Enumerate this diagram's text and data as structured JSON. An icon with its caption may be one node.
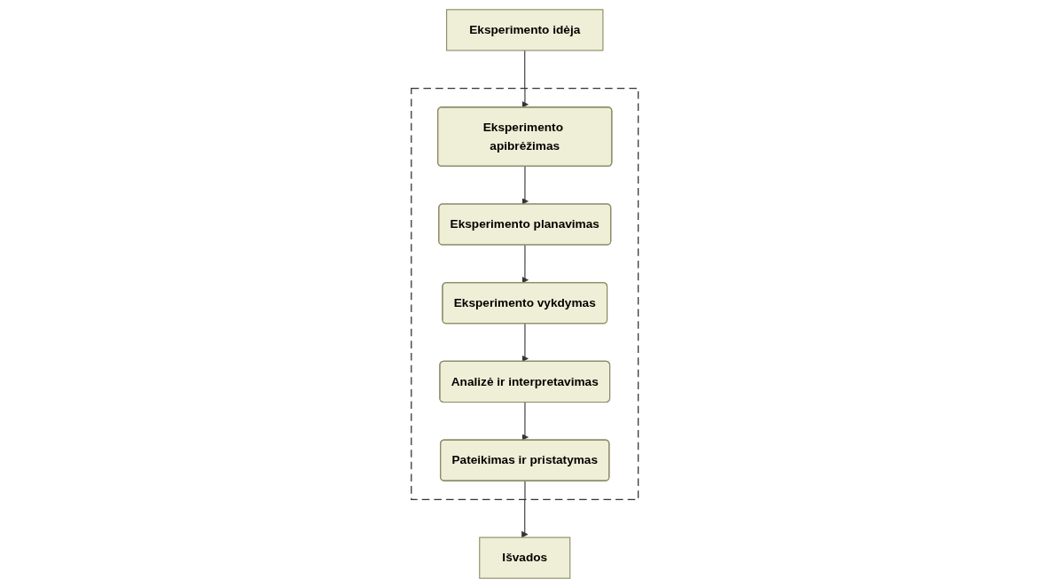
{
  "diagram": {
    "nodes": [
      {
        "text": [
          "Eksperimento idėja"
        ]
      },
      {
        "text": [],
        "shape": "box"
      },
      {
        "text": [
          "Eksperimento apibrėžimas"
        ],
        "in": 1
      },
      {
        "text": [
          "Eksperimento planavimas"
        ],
        "in": 1
      },
      {
        "text": [
          "Eksperimento vykdymas"
        ],
        "in": 1
      },
      {
        "text": [
          "Analizė ir interpretavimas"
        ],
        "in": 1
      },
      {
        "text": [
          "Pateikimas ir pristatymas"
        ],
        "in": 1
      },
      {
        "text": [
          "Išvados"
        ]
      }
    ],
    "edges": [
      {
        "from": 0,
        "to": 2,
        "arrow": "to"
      },
      {
        "from": 2,
        "to": 3,
        "arrow": "to"
      },
      {
        "from": 3,
        "to": 4,
        "arrow": "to"
      },
      {
        "from": 4,
        "to": 5,
        "arrow": "to"
      },
      {
        "from": 5,
        "to": 6,
        "arrow": "to"
      },
      {
        "from": 6,
        "to": 7,
        "arrow": "to"
      }
    ]
  }
}
